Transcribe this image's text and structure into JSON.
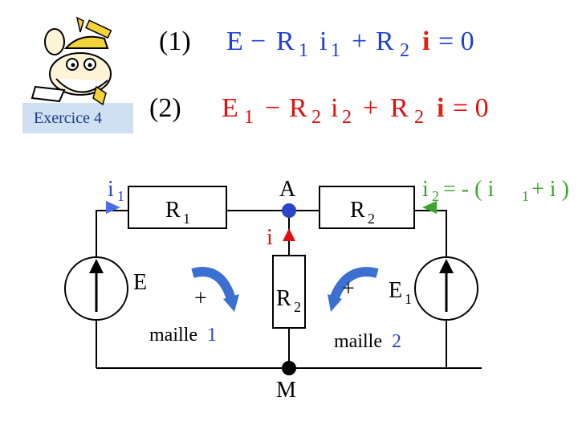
{
  "badge": {
    "label": "Exercice 4"
  },
  "equation1": {
    "number": "(1)",
    "E": "E",
    "op1": "−",
    "R": "R",
    "sub1": "1",
    "i": "i",
    "isub": "1",
    "op2": "+",
    "R2": "R",
    "sub2": "2",
    "bold_i": "i",
    "eq": "= 0"
  },
  "equation2": {
    "number": "(2)",
    "E": "E",
    "esub": "1",
    "op1": "−",
    "R": "R",
    "rsub": "2",
    "i": "i",
    "isub": "2",
    "op2": "+",
    "R2": "R",
    "r2sub": "2",
    "bold_i": "i",
    "eq": "= 0"
  },
  "circuit": {
    "i1": {
      "base": "i",
      "sub": "1"
    },
    "i2_relation": {
      "base": "i",
      "sub": "2",
      "rest": "= - ( i",
      "sub2": "1",
      "tail": "+ i )"
    },
    "R1": {
      "base": "R",
      "sub": "1"
    },
    "R2_top": {
      "base": "R",
      "sub": "2"
    },
    "R2_mid": {
      "base": "R",
      "sub": "2"
    },
    "node_A": "A",
    "node_M": "M",
    "current_i": "i",
    "source_E": "E",
    "source_E1": {
      "base": "E",
      "sub": "1"
    },
    "plus_left": "+",
    "plus_right": "+",
    "maille1": {
      "text": "maille",
      "num": "1"
    },
    "maille2": {
      "text": "maille",
      "num": "2"
    }
  },
  "colors": {
    "eq_blue": "#1f3fd8",
    "eq_red": "#e01010",
    "bold_i_red": "#e02010",
    "node_blue": "#2b44c9",
    "arrow_red": "#e01010",
    "arrow_blue": "#4a6fe0",
    "arrow_green": "#3aa52a",
    "loop_blue": "#3b6fd0",
    "wire": "#000000"
  },
  "icons": [
    "cartoon-character-icon",
    "current-source-icon"
  ]
}
